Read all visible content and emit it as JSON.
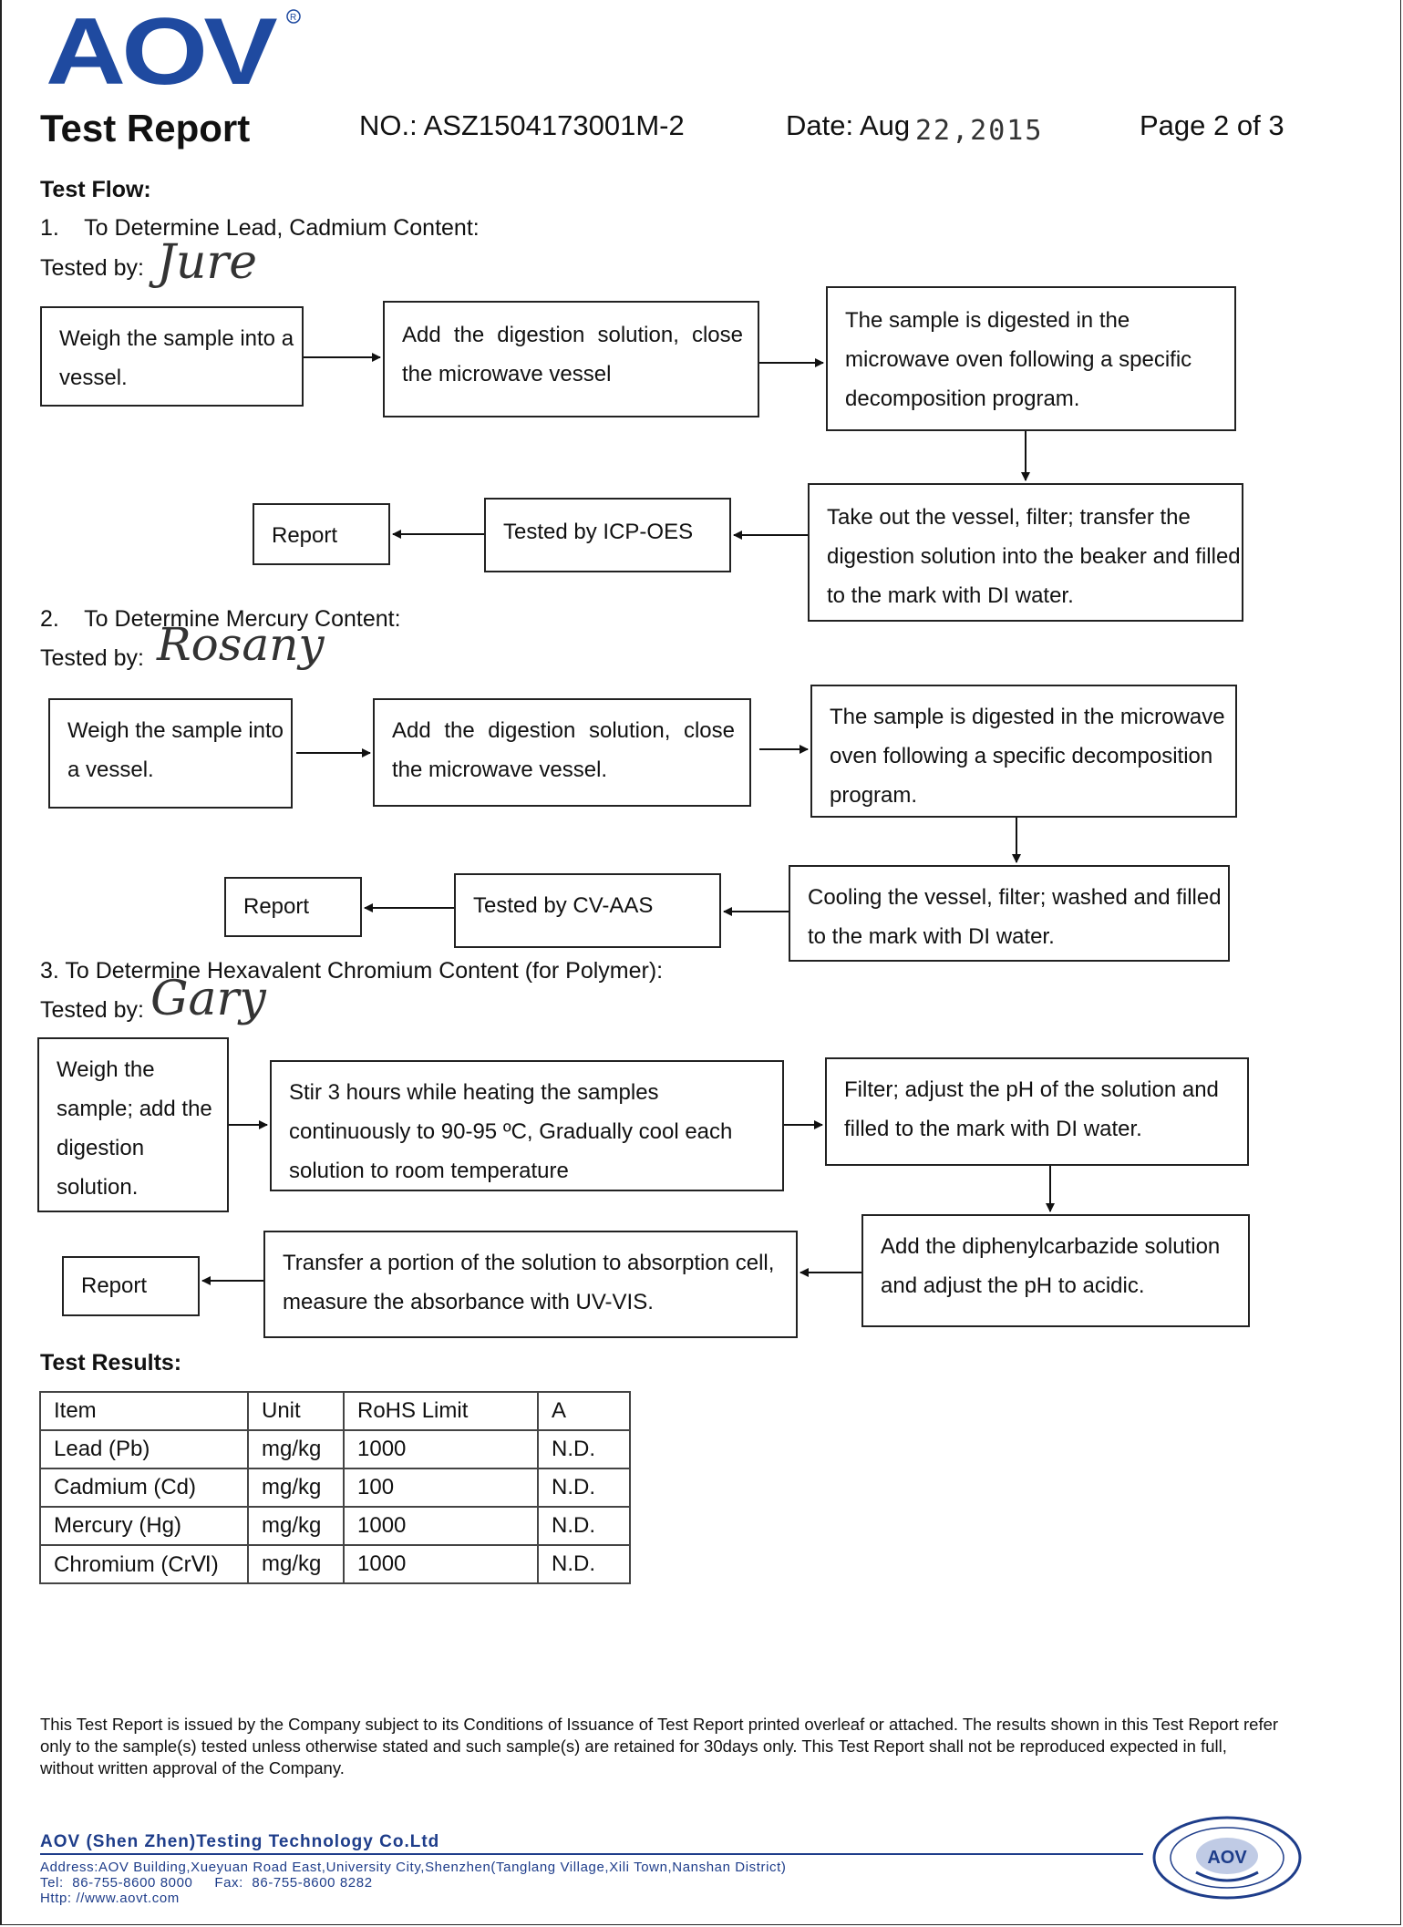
{
  "logo": {
    "text": "AOV",
    "registered": "®",
    "color": "#1f4aa0"
  },
  "header": {
    "title": "Test Report",
    "number": "NO.: ASZ1504173001M-2",
    "date_label": "Date: Aug",
    "date_value": "22,2015",
    "page": "Page 2 of 3"
  },
  "test_flow": {
    "heading": "Test Flow:",
    "sections": [
      {
        "title": "1.    To Determine Lead, Cadmium Content:",
        "tested_by_label": "Tested by:",
        "signature": "Jure",
        "steps": [
          "Weigh the sample into a vessel.",
          "Add the digestion solution, close the microwave vessel",
          "The sample is digested in the microwave oven following a specific decomposition program.",
          "Take out the vessel, filter; transfer the digestion solution into the beaker and filled to the mark with DI water.",
          "Tested by ICP-OES",
          "Report"
        ]
      },
      {
        "title": "2.    To Determine Mercury Content:",
        "tested_by_label": "Tested by:",
        "signature": "Rosany",
        "steps": [
          "Weigh the sample into a vessel.",
          "Add the digestion solution, close the microwave vessel.",
          "The sample is digested in the microwave oven following a specific decomposition program.",
          "Cooling the vessel, filter; washed and filled to the mark with DI water.",
          "Tested by CV-AAS",
          "Report"
        ]
      },
      {
        "title": "3. To Determine Hexavalent Chromium Content (for Polymer):",
        "tested_by_label": "Tested by:",
        "signature": "Gary",
        "steps": [
          "Weigh the sample; add the digestion solution.",
          "Stir 3 hours while heating the samples continuously to 90-95 ºC, Gradually cool each solution to room temperature",
          "Filter; adjust the pH of the solution and filled to the mark with DI water.",
          "Add the diphenylcarbazide solution and adjust the pH to acidic.",
          "Transfer a portion of the solution to absorption cell, measure the absorbance with UV-VIS.",
          "Report"
        ]
      }
    ]
  },
  "results": {
    "heading": "Test Results:",
    "columns": [
      "Item",
      "Unit",
      "RoHS Limit",
      "A"
    ],
    "rows": [
      [
        "Lead (Pb)",
        "mg/kg",
        "1000",
        "N.D."
      ],
      [
        "Cadmium (Cd)",
        "mg/kg",
        "100",
        "N.D."
      ],
      [
        "Mercury (Hg)",
        "mg/kg",
        "1000",
        "N.D."
      ],
      [
        "Chromium (CrⅥ)",
        "mg/kg",
        "1000",
        "N.D."
      ]
    ]
  },
  "disclaimer": "This Test Report is issued by the Company subject to its Conditions of Issuance of Test Report printed overleaf or attached. The results shown in this Test Report refer only to the sample(s) tested unless otherwise stated and such sample(s) are retained for 30days only. This Test Report shall not be reproduced expected in full, without written approval of the Company.",
  "footer": {
    "company": "AOV (Shen Zhen)Testing Technology Co.Ltd",
    "address": "Address:AOV Building,Xueyuan Road East,University City,Shenzhen(Tanglang Village,Xili Town,Nanshan District)",
    "tel_fax": "Tel:  86-755-8600 8000     Fax:  86-755-8600 8282",
    "http": "Http:  //www.aovt.com",
    "seal_text": "AOV"
  }
}
